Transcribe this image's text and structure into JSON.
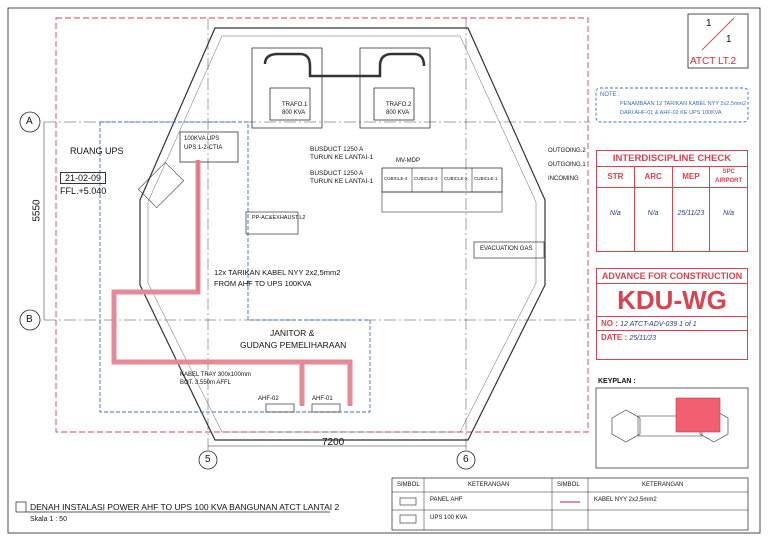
{
  "sheet": {
    "number_top": "1",
    "number_bottom": "1",
    "sheet_code": "ATCT LT.2",
    "title": "DENAH INSTALASI POWER AHF TO UPS 100 KVA BANGUNAN ATCT LANTAI 2",
    "scale": "Skala 1 : 50"
  },
  "note": {
    "label": "NOTE :",
    "line1": "PENAMBAAN 12 TARIKAN KABEL NYY 2x2,5mm2",
    "line2": "DARI AHF-01 & AHF-02 KE UPS 100KVA"
  },
  "interdiscipline": {
    "title": "INTERDISCIPLINE CHECK",
    "columns": [
      "STR",
      "ARC",
      "MEP",
      "SPC AIRPORT"
    ],
    "initials": [
      "N/a",
      "N/a",
      "25/11/23",
      "N/a"
    ]
  },
  "advance": {
    "title": "ADVANCE FOR CONSTRUCTION",
    "code": "KDU-WG",
    "no_label": "NO :",
    "no_value": "12 ATCT-ADV-039 1 of 1",
    "date_label": "DATE :",
    "date_value": "25/11/23"
  },
  "keyplan": {
    "label": "KEYPLAN :"
  },
  "grid": {
    "row_a": "A",
    "row_b": "B",
    "col_5": "5",
    "col_6": "6",
    "dim_vertical": "5550",
    "dim_horizontal": "7200"
  },
  "plan_labels": {
    "room": "RUANG UPS",
    "level": "21-02-09",
    "ffl": "FFL.+5.040",
    "trafo1": "TRAFO.1",
    "trafo1_kva": "800 KVA",
    "trafo2": "TRAFO.2",
    "trafo2_kva": "800 KVA",
    "ups_box1": "100KVA UPS",
    "ups_box2": "UPS 1-2-CTIA",
    "busduct1a": "BUSDUCT 1250 A",
    "busduct1b": "TURUN KE LANTAI-1",
    "busduct2a": "BUSDUCT 1250 A",
    "busduct2b": "TURUN KE LANTAI-1",
    "mvmdp": "MV-MDP",
    "cubicles": [
      "CUBICLE-4",
      "CUBICLE-3",
      "CUBICLE-2",
      "CUBICLE-1"
    ],
    "outgoing2": "OUTGOING.2",
    "outgoing1": "OUTGOING.1",
    "incoming": "INCOMING",
    "evacuation": "EVACUATION GAS",
    "panel_pp": "PP-AC&EXHAUST.L2",
    "cable_note1": "12x TARIKAN KABEL NYY 2x2,5mm2",
    "cable_note2": "FROM AHF TO UPS 100KVA",
    "janitor1": "JANITOR &",
    "janitor2": "GUDANG PEMELIHARAAN",
    "tray1": "KABEL TRAY 300x100mm",
    "tray2": "BOT. 3.550m AFFL",
    "ahf02": "AHF-02",
    "ahf01": "AHF-01"
  },
  "legend": {
    "col_symbol": "SIMBOL",
    "col_desc": "KETERANGAN",
    "items": [
      {
        "desc": "PANEL AHF"
      },
      {
        "desc": "UPS 100 KVA"
      }
    ],
    "right_items": [
      {
        "desc": "KABEL NYY 2x2,5mm2"
      }
    ]
  },
  "colors": {
    "stamp_red": "#d9434f",
    "cable_pink": "#e58a9a",
    "note_blue": "#3d6fc2",
    "keyplan_red": "#f06070"
  }
}
